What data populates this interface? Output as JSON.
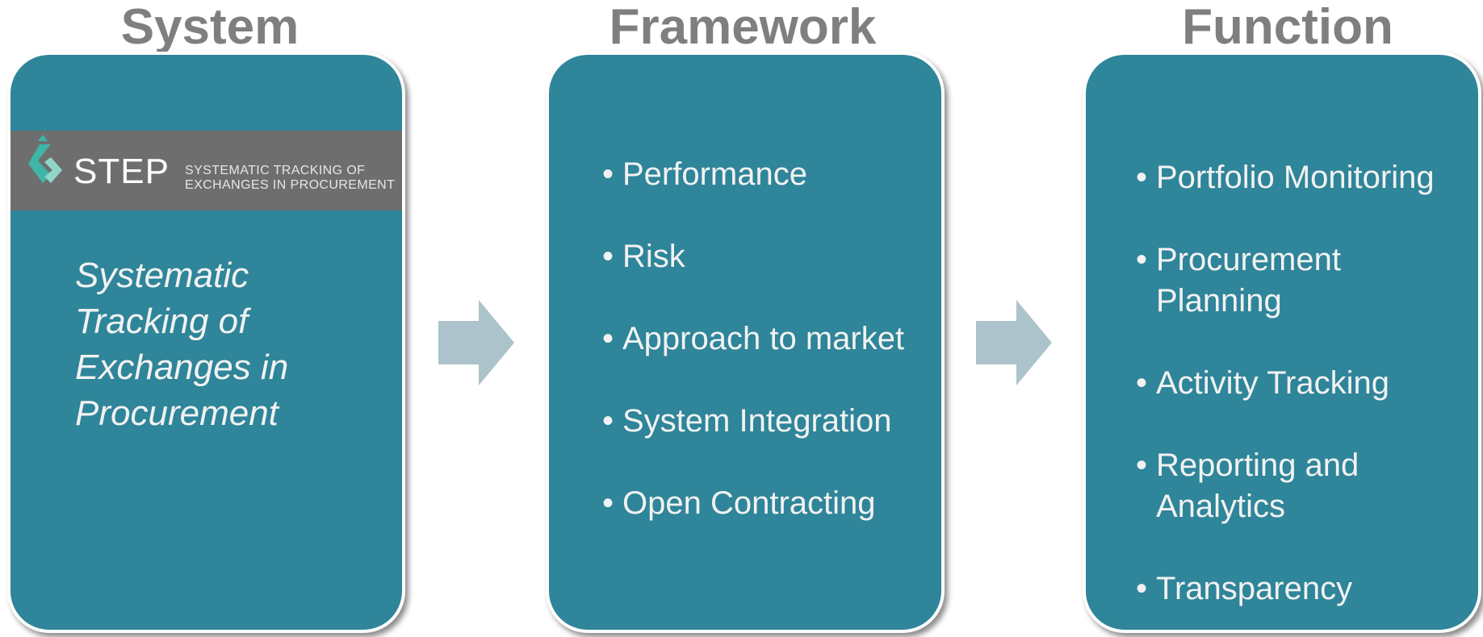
{
  "columns": [
    {
      "title": "System",
      "logo": {
        "name": "STEP",
        "subtitle_line1": "SYSTEMATIC TRACKING OF",
        "subtitle_line2": "EXCHANGES IN PROCUREMENT"
      },
      "description_lines": [
        "Systematic",
        "Tracking of",
        "Exchanges in",
        "Procurement"
      ]
    },
    {
      "title": "Framework",
      "items": [
        "Performance",
        "Risk",
        "Approach to market",
        "System Integration",
        "Open Contracting"
      ]
    },
    {
      "title": "Function",
      "items": [
        [
          "Portfolio Monitoring"
        ],
        [
          "Procurement",
          "Planning"
        ],
        [
          "Activity Tracking"
        ],
        [
          "Reporting and",
          "Analytics"
        ],
        [
          "Transparency"
        ]
      ]
    }
  ],
  "bullet_glyph": "•",
  "colors": {
    "title": "#7f7f7f",
    "card": "#2f8599",
    "card_text": "#f2f2f2",
    "arrow": "#adc3cc",
    "logo_band": "#6e6e6e",
    "logo_mark": "#3fb6a8"
  },
  "icons": {
    "flow_arrow": "right-arrow-icon",
    "logo_mark": "step-logo-mark-icon"
  }
}
